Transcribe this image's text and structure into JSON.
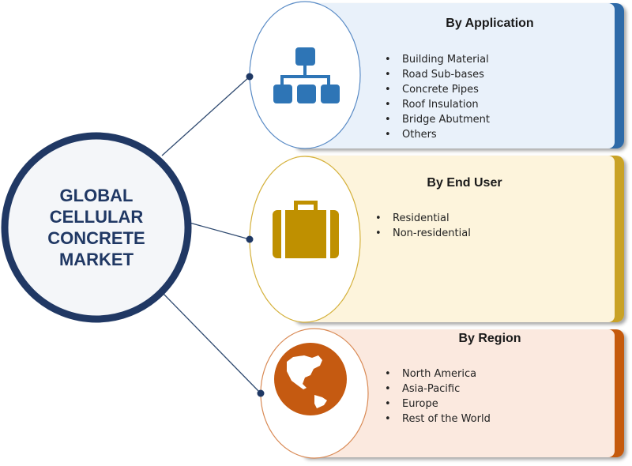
{
  "center": {
    "title_lines": [
      "GLOBAL",
      "CELLULAR",
      "CONCRETE",
      "MARKET"
    ]
  },
  "segments": [
    {
      "title": "By Application",
      "icon": "hierarchy-icon",
      "color": "#2e6aa8",
      "items": [
        "Building Material",
        "Road Sub-bases",
        "Concrete Pipes",
        "Roof Insulation",
        "Bridge Abutment",
        "Others"
      ]
    },
    {
      "title": "By End User",
      "icon": "briefcase-icon",
      "color": "#bf9000",
      "items": [
        "Residential",
        "Non-residential"
      ]
    },
    {
      "title": "By Region",
      "icon": "globe-icon",
      "color": "#c55a11",
      "items": [
        "North America",
        "Asia-Pacific",
        "Europe",
        "Rest of the World"
      ]
    }
  ]
}
